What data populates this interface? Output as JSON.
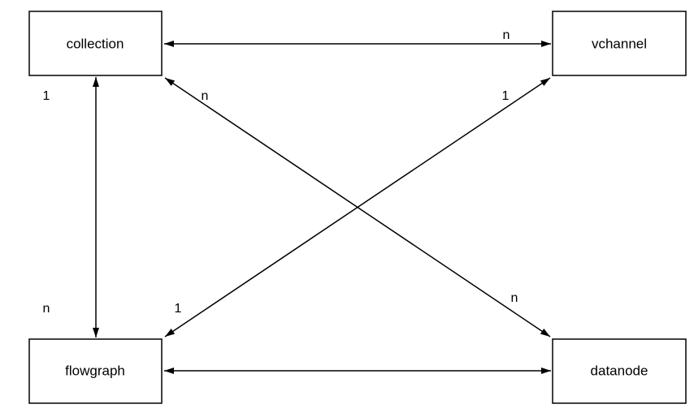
{
  "diagram": {
    "type": "entity-relationship",
    "background_color": "#ffffff",
    "stroke_color": "#000000",
    "nodes": {
      "collection": {
        "label": "collection"
      },
      "vchannel": {
        "label": "vchannel"
      },
      "flowgraph": {
        "label": "flowgraph"
      },
      "datanode": {
        "label": "datanode"
      }
    },
    "edges": [
      {
        "id": "collection-vchannel",
        "style": "double-arrow",
        "labels": [
          {
            "text": "n",
            "near": "vchannel"
          }
        ]
      },
      {
        "id": "collection-flowgraph",
        "style": "double-arrow",
        "labels": [
          {
            "text": "1",
            "near": "collection"
          },
          {
            "text": "n",
            "near": "flowgraph"
          }
        ]
      },
      {
        "id": "collection-datanode",
        "style": "double-arrow",
        "labels": [
          {
            "text": "n",
            "near": "collection"
          },
          {
            "text": "n",
            "near": "datanode"
          }
        ]
      },
      {
        "id": "flowgraph-vchannel",
        "style": "double-arrow",
        "labels": [
          {
            "text": "1",
            "near": "vchannel"
          },
          {
            "text": "1",
            "near": "flowgraph"
          }
        ]
      },
      {
        "id": "flowgraph-datanode",
        "style": "double-arrow",
        "labels": []
      }
    ]
  }
}
